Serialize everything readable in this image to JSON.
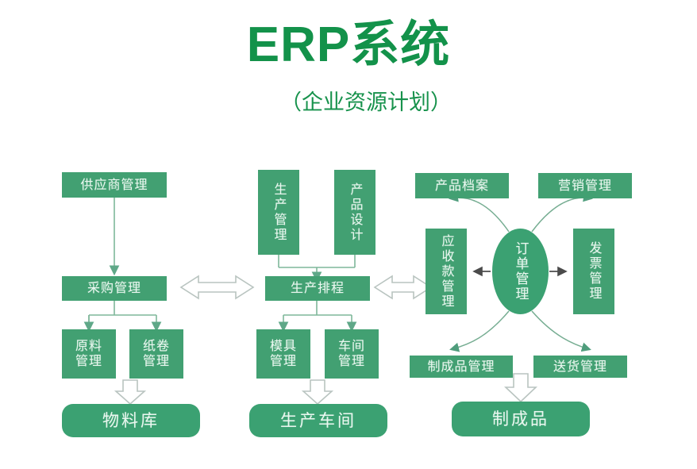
{
  "header": {
    "title_latin": "ERP",
    "title_cjk": "系统",
    "title_full": "ERP系统",
    "subtitle": "（企业资源计划）",
    "title_color": "#13924a"
  },
  "theme": {
    "box_fill": "#42a072",
    "box_text": "#e9f7ef",
    "connector_line": "#7fb79a",
    "hollow_arrow_stroke": "#b9c4c0",
    "background": "#ffffff"
  },
  "groups": [
    {
      "name": "procurement",
      "nodes": [
        {
          "id": "supplier-management",
          "label": "供应商管理",
          "shape": "rect"
        },
        {
          "id": "purchase-management",
          "label": "采购管理",
          "shape": "rect"
        },
        {
          "id": "raw-material-management",
          "label": "原料管理",
          "line1": "原料",
          "line2": "管理",
          "shape": "rect"
        },
        {
          "id": "paper-roll-management",
          "label": "纸卷管理",
          "line1": "纸卷",
          "line2": "管理",
          "shape": "rect"
        },
        {
          "id": "material-warehouse",
          "label": "物料库",
          "shape": "rounded"
        }
      ]
    },
    {
      "name": "production",
      "nodes": [
        {
          "id": "production-management",
          "label": "生产管理",
          "shape": "rect-vertical"
        },
        {
          "id": "product-design",
          "label": "产品设计",
          "shape": "rect-vertical"
        },
        {
          "id": "production-scheduling",
          "label": "生产排程",
          "shape": "rect"
        },
        {
          "id": "mold-management",
          "label": "模具管理",
          "line1": "模具",
          "line2": "管理",
          "shape": "rect"
        },
        {
          "id": "workshop-management",
          "label": "车间管理",
          "line1": "车间",
          "line2": "管理",
          "shape": "rect"
        },
        {
          "id": "production-workshop",
          "label": "生产车间",
          "shape": "rounded"
        }
      ]
    },
    {
      "name": "order",
      "nodes": [
        {
          "id": "product-archive",
          "label": "产品档案",
          "shape": "rect"
        },
        {
          "id": "marketing-management",
          "label": "营销管理",
          "shape": "rect"
        },
        {
          "id": "receivables-management",
          "label": "应收款管理",
          "shape": "rect-vertical"
        },
        {
          "id": "order-management",
          "label": "订单管理",
          "shape": "ellipse"
        },
        {
          "id": "invoice-management",
          "label": "发票管理",
          "shape": "rect-vertical"
        },
        {
          "id": "finished-goods-management",
          "label": "制成品管理",
          "shape": "rect"
        },
        {
          "id": "delivery-management",
          "label": "送货管理",
          "shape": "rect"
        },
        {
          "id": "finished-goods",
          "label": "制成品",
          "shape": "rounded"
        }
      ]
    }
  ],
  "connections": [
    {
      "from": "supplier-management",
      "to": "purchase-management",
      "style": "solid-arrow"
    },
    {
      "from": "purchase-management",
      "to": "raw-material-management",
      "style": "solid-arrow"
    },
    {
      "from": "purchase-management",
      "to": "paper-roll-management",
      "style": "solid-arrow"
    },
    {
      "from": "raw-material-management",
      "to": "material-warehouse",
      "style": "hollow-block-arrow"
    },
    {
      "from": "production-management",
      "to": "production-scheduling",
      "style": "solid-arrow"
    },
    {
      "from": "product-design",
      "to": "production-scheduling",
      "style": "solid-arrow"
    },
    {
      "from": "production-scheduling",
      "to": "mold-management",
      "style": "solid-arrow"
    },
    {
      "from": "production-scheduling",
      "to": "workshop-management",
      "style": "solid-arrow"
    },
    {
      "from": "mold-management",
      "to": "production-workshop",
      "style": "hollow-block-arrow"
    },
    {
      "from": "purchase-management",
      "to": "production-scheduling",
      "style": "hollow-double-arrow"
    },
    {
      "from": "production-scheduling",
      "to": "receivables-management",
      "style": "hollow-double-arrow"
    },
    {
      "from": "order-management",
      "to": "product-archive",
      "style": "curved-arrow"
    },
    {
      "from": "order-management",
      "to": "marketing-management",
      "style": "curved-arrow"
    },
    {
      "from": "order-management",
      "to": "receivables-management",
      "style": "solid-arrow"
    },
    {
      "from": "order-management",
      "to": "invoice-management",
      "style": "solid-arrow"
    },
    {
      "from": "order-management",
      "to": "finished-goods-management",
      "style": "curved-arrow"
    },
    {
      "from": "order-management",
      "to": "delivery-management",
      "style": "curved-arrow"
    },
    {
      "from": "finished-goods-management",
      "to": "finished-goods",
      "style": "hollow-block-arrow"
    }
  ]
}
